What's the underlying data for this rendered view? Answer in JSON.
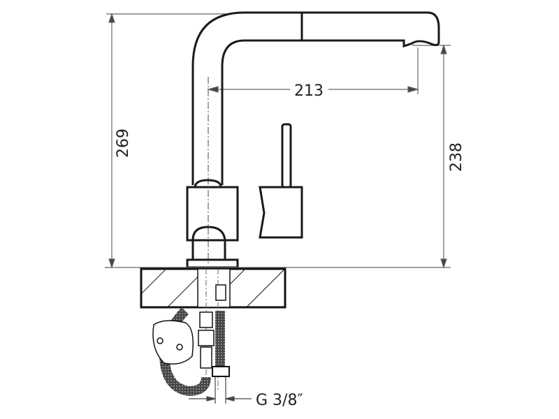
{
  "drawing": {
    "dimensions": {
      "total_height": "269",
      "spout_reach": "213",
      "spout_height": "238",
      "connection_thread": "G 3/8″"
    },
    "colors": {
      "line": "#1a1a1a",
      "dim_line": "#666666",
      "hose": "#3a3a3a"
    }
  }
}
